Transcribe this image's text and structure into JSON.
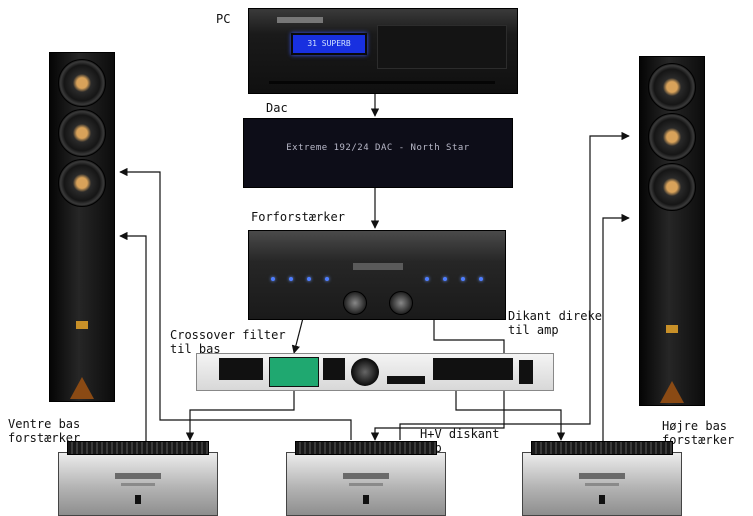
{
  "labels": {
    "pc": "PC",
    "dac": "Dac",
    "preamp": "Forforstærker",
    "crossover": [
      "Crossover filter",
      "til bas"
    ],
    "tweeter_direct": [
      "Dikant direke",
      "til amp"
    ],
    "left_bass_amp": [
      "Ventre bas",
      "forstærker"
    ],
    "hv_tweeter_amp": [
      "H+V diskant",
      "amp"
    ],
    "right_bass_amp": [
      "Højre bas",
      "forstærker"
    ]
  },
  "devices": {
    "pc_display": "31 SUPERB",
    "dac_panel": "Extreme 192/24 DAC  -  North Star"
  },
  "colors": {
    "wire": "#111111",
    "lcd_blue": "#1830e0",
    "crossover_screen": "#1fa870",
    "driver_copper": "#d8a25a"
  }
}
